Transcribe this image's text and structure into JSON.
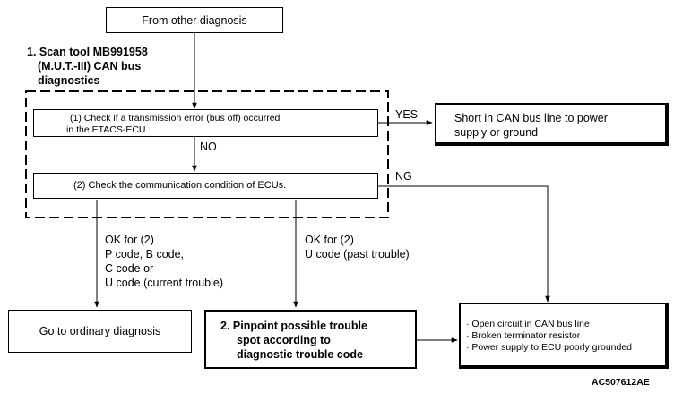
{
  "start_box": "From other diagnosis",
  "step1_title": [
    "1. Scan tool MB991958",
    "(M.U.T.-III) CAN bus",
    "diagnostics"
  ],
  "check1": [
    "(1) Check if a transmission error (bus off) occurred",
    "in the ETACS-ECU."
  ],
  "check2": "(2) Check the communication condition of ECUs.",
  "labels": {
    "yes": "YES",
    "no": "NO",
    "ng": "NG"
  },
  "short_box": [
    "Short in CAN bus line to power",
    "supply or ground"
  ],
  "ok_left": [
    "OK for (2)",
    "P code, B code,",
    "C code or",
    "U code (current trouble)"
  ],
  "ok_right": [
    "OK for (2)",
    "U code (past trouble)"
  ],
  "ordinary_box": "Go to ordinary diagnosis",
  "pinpoint_box": [
    "2. Pinpoint possible trouble",
    "spot according to",
    "diagnostic trouble code"
  ],
  "causes_box": [
    "· Open circuit in CAN bus line",
    "· Broken terminator resistor",
    "· Power supply to ECU poorly grounded"
  ],
  "figure_code": "AC507612AE"
}
